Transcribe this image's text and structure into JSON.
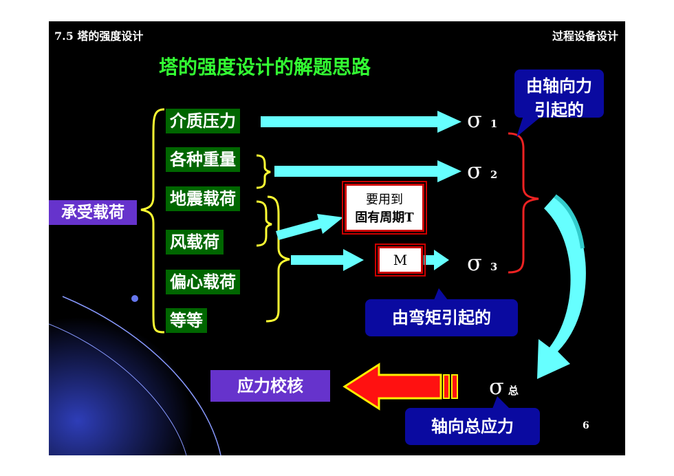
{
  "header": {
    "section": "7.5 塔的强度设计",
    "course": "过程设备设计"
  },
  "title": "塔的强度设计的解题思路",
  "left_label": "承受载荷",
  "loads": [
    "介质压力",
    "各种重量",
    "地震载荷",
    "风载荷",
    "偏心载荷",
    "等等"
  ],
  "period_box": {
    "line1": "要用到",
    "line2": "固有周期T"
  },
  "moment_box": "M",
  "stresses": [
    {
      "symbol": "σ",
      "subscript": "1"
    },
    {
      "symbol": "σ",
      "subscript": "2"
    },
    {
      "symbol": "σ",
      "subscript": "3"
    }
  ],
  "total_stress": {
    "symbol": "σ",
    "subscript": "总"
  },
  "callouts": {
    "axial_force": {
      "line1": "由轴向力",
      "line2": "引起的"
    },
    "bending": "由弯矩引起的",
    "total_axial": "轴向总应力"
  },
  "check_box": "应力校核",
  "page_number": "6",
  "colors": {
    "background": "#000000",
    "title": "#33ff33",
    "load_box": "#006600",
    "arrow": "#66ffff",
    "brace": "#ffff33",
    "callout": "#0a0aa0",
    "label_box": "#6633cc",
    "red": "#cc0000"
  }
}
